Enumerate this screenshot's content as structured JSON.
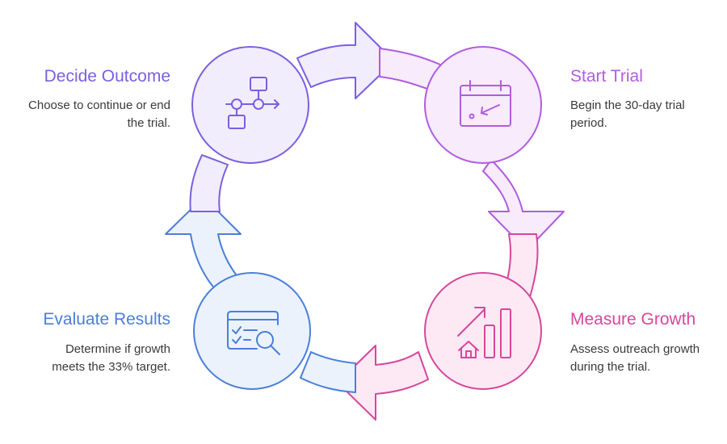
{
  "steps": [
    {
      "id": "decide",
      "title": "Decide Outcome",
      "desc_lines": [
        "Choose to continue or end",
        "the trial."
      ],
      "color": "#7b5fe0",
      "fill": "#f1edfc",
      "icon": "flowchart-icon"
    },
    {
      "id": "start",
      "title": "Start Trial",
      "desc_lines": [
        "Begin the 30-day trial",
        "period."
      ],
      "color": "#b05ce0",
      "fill": "#f7ebfc",
      "icon": "calendar-icon"
    },
    {
      "id": "measure",
      "title": "Measure Growth",
      "desc_lines": [
        "Assess outreach growth",
        "during the trial."
      ],
      "color": "#d6479b",
      "fill": "#fde9f4",
      "icon": "growth-chart-icon"
    },
    {
      "id": "evaluate",
      "title": "Evaluate Results",
      "desc_lines": [
        "Determine if growth",
        "meets the 33% target."
      ],
      "color": "#4a7fd8",
      "fill": "#ebf2fc",
      "icon": "search-report-icon"
    }
  ]
}
